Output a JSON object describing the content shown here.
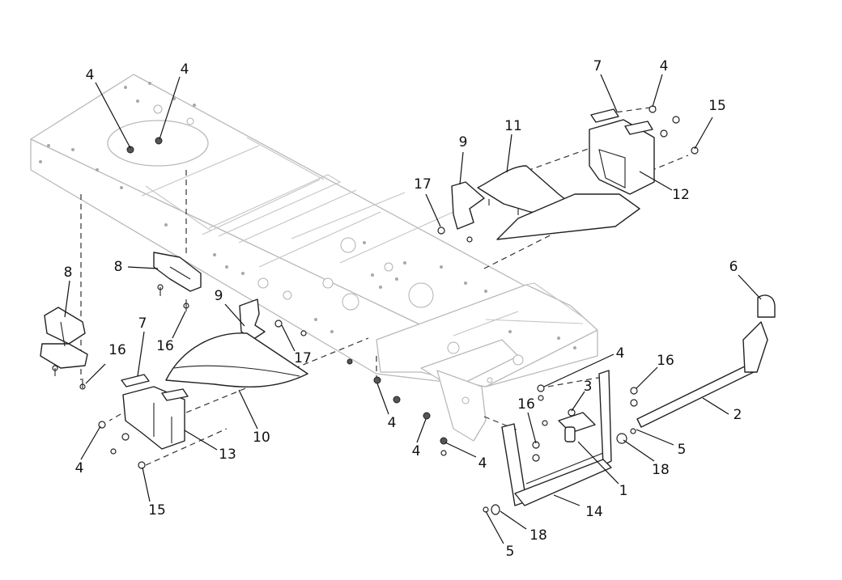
{
  "callouts": [
    {
      "id": "c-4-a",
      "text": "4"
    },
    {
      "id": "c-4-b",
      "text": "4"
    },
    {
      "id": "c-7-a",
      "text": "7"
    },
    {
      "id": "c-4-c",
      "text": "4"
    },
    {
      "id": "c-15-a",
      "text": "15"
    },
    {
      "id": "c-11",
      "text": "11"
    },
    {
      "id": "c-9-a",
      "text": "9"
    },
    {
      "id": "c-17-a",
      "text": "17"
    },
    {
      "id": "c-12",
      "text": "12"
    },
    {
      "id": "c-6",
      "text": "6"
    },
    {
      "id": "c-8-a",
      "text": "8"
    },
    {
      "id": "c-8-b",
      "text": "8"
    },
    {
      "id": "c-9-b",
      "text": "9"
    },
    {
      "id": "c-7-b",
      "text": "7"
    },
    {
      "id": "c-16-a",
      "text": "16"
    },
    {
      "id": "c-16-b",
      "text": "16"
    },
    {
      "id": "c-17-b",
      "text": "17"
    },
    {
      "id": "c-4-d",
      "text": "4"
    },
    {
      "id": "c-16-c",
      "text": "16"
    },
    {
      "id": "c-3",
      "text": "3"
    },
    {
      "id": "c-16-d",
      "text": "16"
    },
    {
      "id": "c-2",
      "text": "2"
    },
    {
      "id": "c-10",
      "text": "10"
    },
    {
      "id": "c-13",
      "text": "13"
    },
    {
      "id": "c-4-e",
      "text": "4"
    },
    {
      "id": "c-4-f",
      "text": "4"
    },
    {
      "id": "c-4-g",
      "text": "4"
    },
    {
      "id": "c-4-h",
      "text": "4"
    },
    {
      "id": "c-5-a",
      "text": "5"
    },
    {
      "id": "c-18-a",
      "text": "18"
    },
    {
      "id": "c-1",
      "text": "1"
    },
    {
      "id": "c-15-b",
      "text": "15"
    },
    {
      "id": "c-14",
      "text": "14"
    },
    {
      "id": "c-18-b",
      "text": "18"
    },
    {
      "id": "c-5-b",
      "text": "5"
    }
  ]
}
